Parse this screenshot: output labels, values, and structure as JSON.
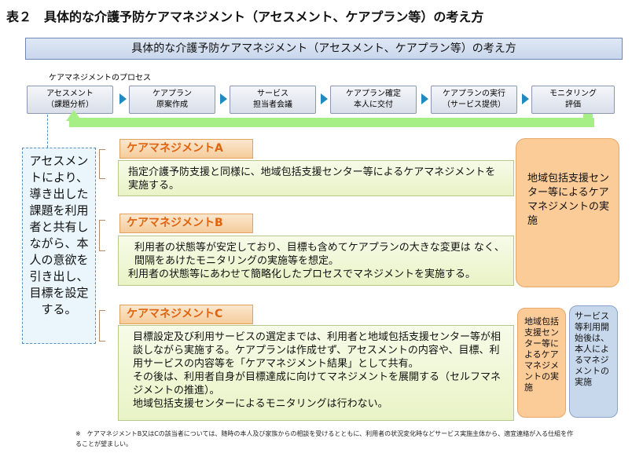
{
  "figure_title": "表２　具体的な介護予防ケアマネジメント（アセスメント、ケアプラン等）の考え方",
  "banner": "具体的な介護予防ケアマネジメント（アセスメント、ケアプラン等）の考え方",
  "process_label": "ケアマネジメントのプロセス",
  "steps": [
    {
      "line1": "アセスメント",
      "line2": "（課題分析）"
    },
    {
      "line1": "ケアプラン",
      "line2": "原案作成"
    },
    {
      "line1": "サービス",
      "line2": "担当者会議"
    },
    {
      "line1": "ケアプラン確定",
      "line2": "本人に交付"
    },
    {
      "line1": "ケアプランの実行",
      "line2": "（サービス提供）"
    },
    {
      "line1": "モニタリング",
      "line2": "評価"
    }
  ],
  "left_box": "アセスメントにより、導き出した課題を利用者と共有しながら、本人の意欲を引き出し、目標を設定する。",
  "care_a": {
    "title": "ケアマネジメントA",
    "text": "指定介護予防支援と同様に、地域包括支援センター等によるケアマネジメントを実施する。"
  },
  "care_b": {
    "title": "ケアマネジメントB",
    "text1": "利用者の状態等が安定しており、目標も含めてケアプランの大きな変更は なく、間隔をあけたモニタリングの実施等を想定。",
    "text2": "利用者の状態等にあわせて簡略化したプロセスでマネジメントを実施する。"
  },
  "care_c": {
    "title": "ケアマネジメントC",
    "text1": "目標設定及び利用サービスの選定までは、利用者と地域包括支援センター等が相談しながら実施する。ケアプランは作成せず、アセスメントの内容や、目標、利用サービスの内容等を「ケアマネジメント結果」として共有。",
    "text2": "その後は、利用者自身が目標達成に向けてマネジメントを展開する（セルフマネジメントの推進）。",
    "text3": "地域包括支援センターによるモニタリングは行わない。"
  },
  "right_a": "地域包括支援センター等によるケアマネジメントの実施",
  "right_c1": "地域包括支援センター等によるケアマネジメントの実施",
  "right_c2": "サービス等利用開始後は、本人によるマネジメントの実施",
  "footnote": "※　ケアマネジメントB又はCの該当者については、随時の本人及び家族からの相談を受けるとともに、利用者の状況変化時などサービス実施主体から、適宜連絡が入る仕組を作ることが望ましい。",
  "colors": {
    "step_arrow": "#1f8ac2",
    "loop_arrow": "#a6ef86",
    "title_orange": "#e0640f",
    "right_orange": "#fbcb98",
    "right_blue": "#c7d7ec"
  }
}
